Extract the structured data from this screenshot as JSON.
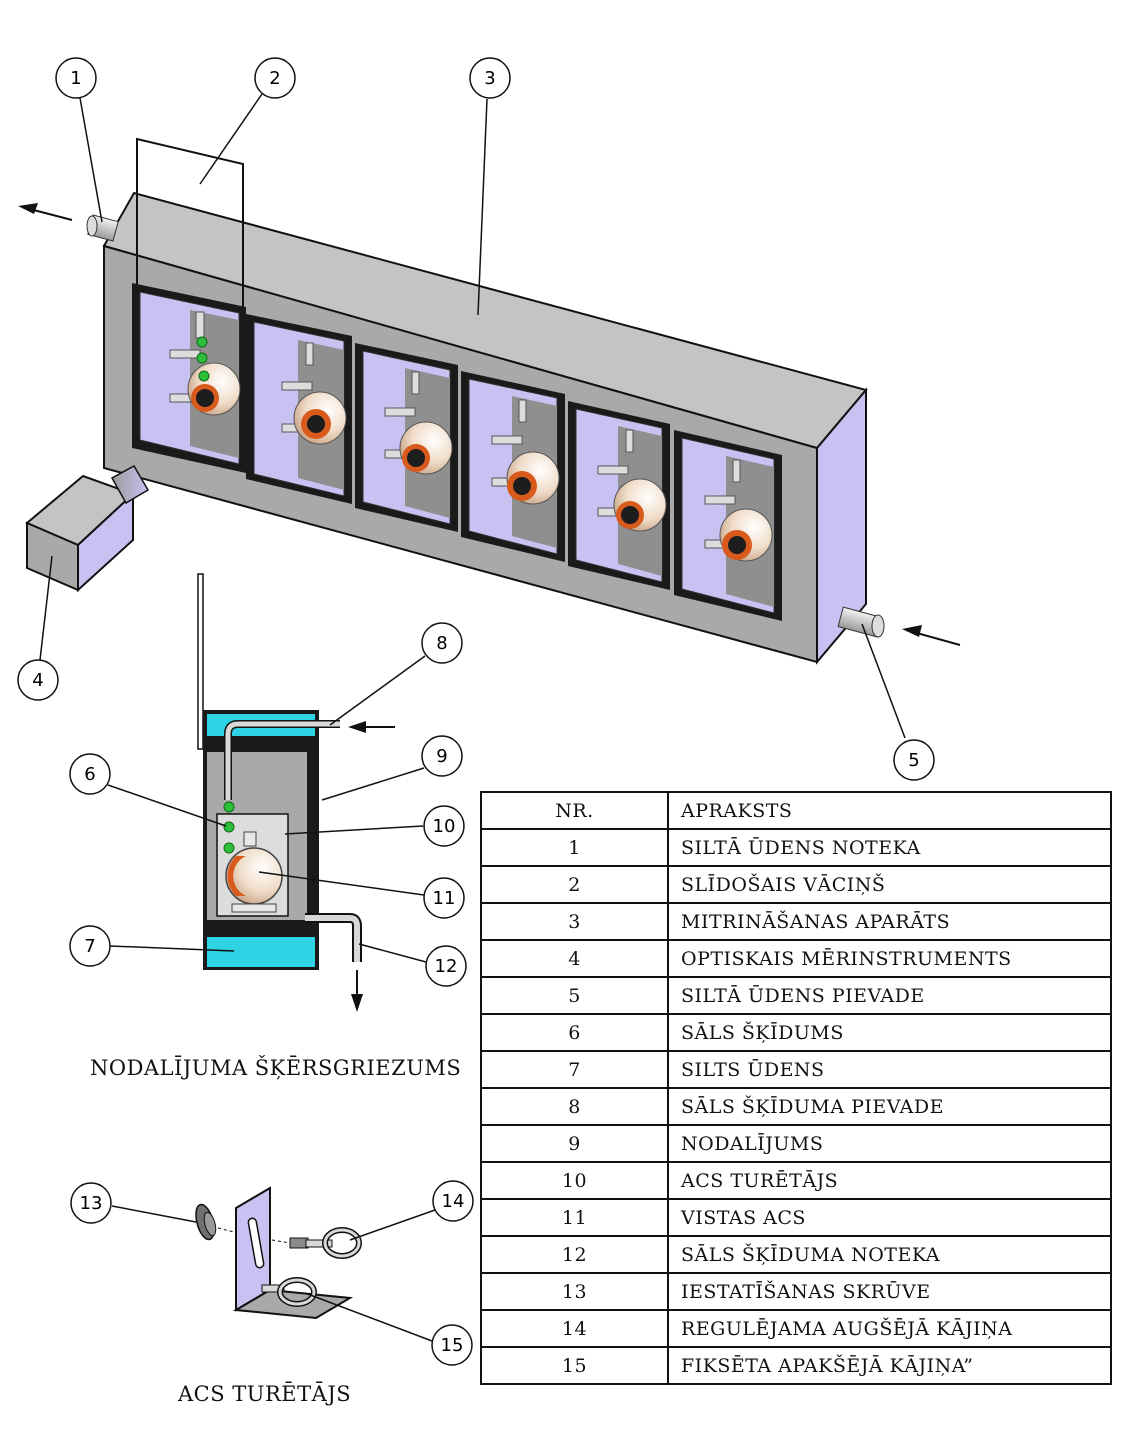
{
  "callouts": [
    "1",
    "2",
    "3",
    "4",
    "5",
    "6",
    "7",
    "8",
    "9",
    "10",
    "11",
    "12",
    "13",
    "14",
    "15"
  ],
  "captions": {
    "section": "NODALĪJUMA ŠĶĒRSGRIEZUMS",
    "holder": "ACS TURĒTĀJS"
  },
  "legend": {
    "headers": {
      "nr": "NR.",
      "desc": "APRAKSTS"
    },
    "rows": [
      {
        "nr": "1",
        "desc": "SILTĀ ŪDENS NOTEKA"
      },
      {
        "nr": "2",
        "desc": "SLĪDOŠAIS VĀCIŅŠ"
      },
      {
        "nr": "3",
        "desc": "MITRINĀŠANAS APARĀTS"
      },
      {
        "nr": "4",
        "desc": "OPTISKAIS MĒRINSTRUMENTS"
      },
      {
        "nr": "5",
        "desc": "SILTĀ ŪDENS PIEVADE"
      },
      {
        "nr": "6",
        "desc": "SĀLS ŠĶĪDUMS"
      },
      {
        "nr": "7",
        "desc": "SILTS ŪDENS"
      },
      {
        "nr": "8",
        "desc": "SĀLS ŠĶĪDUMA PIEVADE"
      },
      {
        "nr": "9",
        "desc": "NODALĪJUMS"
      },
      {
        "nr": "10",
        "desc": "ACS TURĒTĀJS"
      },
      {
        "nr": "11",
        "desc": "VISTAS ACS"
      },
      {
        "nr": "12",
        "desc": "SĀLS ŠĶĪDUMA NOTEKA"
      },
      {
        "nr": "13",
        "desc": "IESTATĪŠANAS SKRŪVE"
      },
      {
        "nr": "14",
        "desc": "REGULĒJAMA AUGŠĒJĀ KĀJIŅA"
      },
      {
        "nr": "15",
        "desc": "FIKSĒTA APAKŠĒJĀ KĀJIŅA”"
      }
    ]
  },
  "colors": {
    "water": "#2fd3e3",
    "end_face": "#c8c2f2",
    "box_grey": "#a9a9a9",
    "drop_green": "#2dbf3a",
    "eye_orange": "#d85a1c"
  }
}
